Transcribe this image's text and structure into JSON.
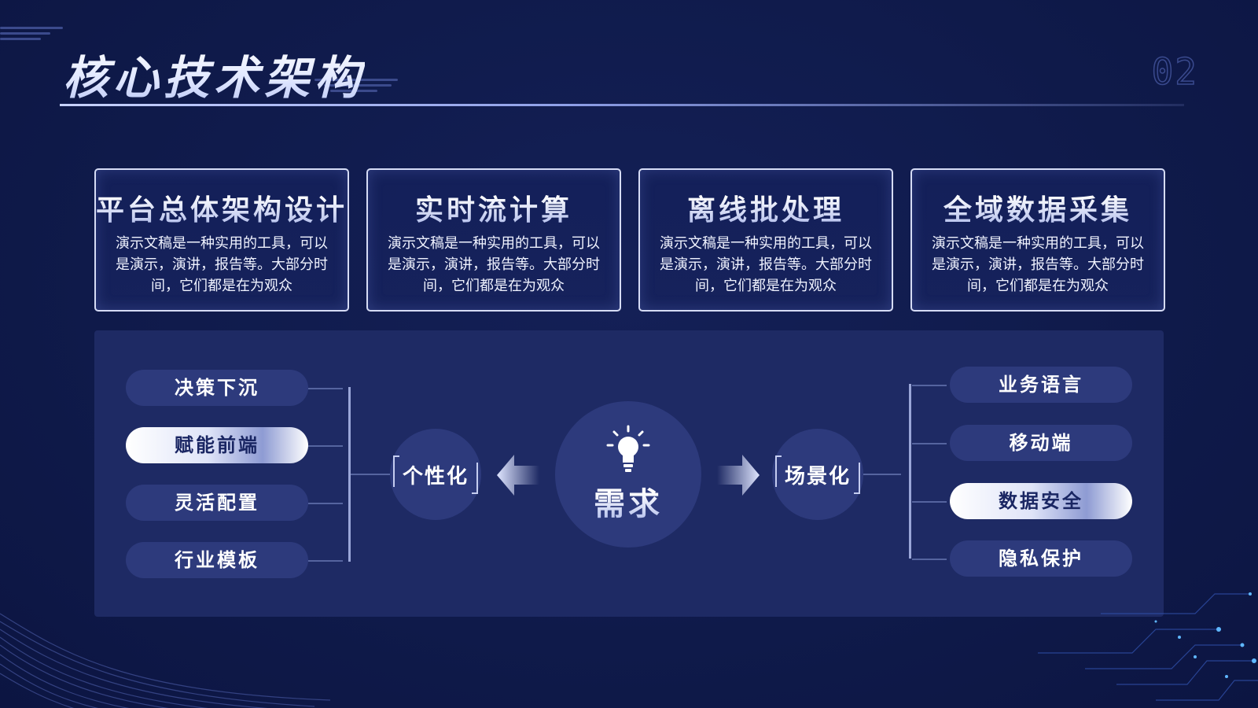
{
  "header": {
    "title": "核心技术架构",
    "page_number": "02"
  },
  "cards": [
    {
      "title": "平台总体架构设计",
      "text": "演示文稿是一种实用的工具，可以是演示，演讲，报告等。大部分时间，它们都是在为观众"
    },
    {
      "title": "实时流计算",
      "text": "演示文稿是一种实用的工具，可以是演示，演讲，报告等。大部分时间，它们都是在为观众"
    },
    {
      "title": "离线批处理",
      "text": "演示文稿是一种实用的工具，可以是演示，演讲，报告等。大部分时间，它们都是在为观众"
    },
    {
      "title": "全域数据采集",
      "text": "演示文稿是一种实用的工具，可以是演示，演讲，报告等。大部分时间，它们都是在为观众"
    }
  ],
  "diagram": {
    "center": {
      "label": "需求",
      "icon": "lightbulb-icon"
    },
    "left_node": {
      "label": "个性化",
      "arrow": "arrow-left-icon"
    },
    "right_node": {
      "label": "场景化",
      "arrow": "arrow-right-icon"
    },
    "left_items": [
      {
        "label": "决策下沉",
        "active": false
      },
      {
        "label": "赋能前端",
        "active": true
      },
      {
        "label": "灵活配置",
        "active": false
      },
      {
        "label": "行业模板",
        "active": false
      }
    ],
    "right_items": [
      {
        "label": "业务语言",
        "active": false
      },
      {
        "label": "移动端",
        "active": false
      },
      {
        "label": "数据安全",
        "active": true
      },
      {
        "label": "隐私保护",
        "active": false
      }
    ]
  },
  "colors": {
    "background": "#0f1a4a",
    "panel": "#1e2a64",
    "pill": "#2d3a7c",
    "accent_light": "#ffffff"
  }
}
